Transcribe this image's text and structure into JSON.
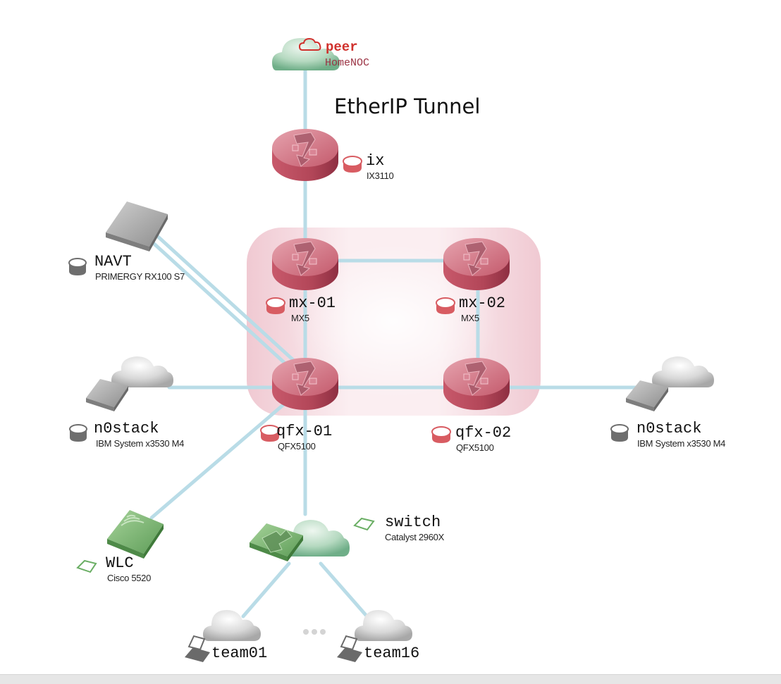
{
  "diagram": {
    "title": "EtherIP Tunnel",
    "colors": {
      "link": "#b9dce7",
      "router": "#c9596c",
      "router_group": "#f2d3db",
      "switch": "#6fae6a",
      "server": "#9a9a9a",
      "peer_text": "#d0312d"
    },
    "nodes": [
      {
        "id": "peer",
        "type": "cloud-peer",
        "name": "peer",
        "model": "HomeNOC",
        "icon": "cloud-outline-icon"
      },
      {
        "id": "ix",
        "type": "router",
        "name": "ix",
        "model": "IX3110",
        "icon": "router-badge-icon"
      },
      {
        "id": "navt",
        "type": "server",
        "name": "NAVT",
        "model": "PRIMERGY RX100 S7",
        "icon": "server-badge-icon"
      },
      {
        "id": "mx01",
        "type": "router",
        "name": "mx-01",
        "model": "MX5",
        "icon": "router-badge-icon"
      },
      {
        "id": "mx02",
        "type": "router",
        "name": "mx-02",
        "model": "MX5",
        "icon": "router-badge-icon"
      },
      {
        "id": "qfx01",
        "type": "router",
        "name": "qfx-01",
        "model": "QFX5100",
        "icon": "router-badge-icon"
      },
      {
        "id": "qfx02",
        "type": "router",
        "name": "qfx-02",
        "model": "QFX5100",
        "icon": "router-badge-icon"
      },
      {
        "id": "n0stack_left",
        "type": "server-cloud",
        "name": "n0stack",
        "model": "IBM System x3530 M4",
        "icon": "server-badge-icon"
      },
      {
        "id": "n0stack_right",
        "type": "server-cloud",
        "name": "n0stack",
        "model": "IBM System x3530 M4",
        "icon": "server-badge-icon"
      },
      {
        "id": "wlc",
        "type": "wireless-controller",
        "name": "WLC",
        "model": "Cisco 5520",
        "icon": "switch-badge-icon"
      },
      {
        "id": "switch",
        "type": "switch-cloud",
        "name": "switch",
        "model": "Catalyst 2960X",
        "icon": "switch-badge-icon"
      },
      {
        "id": "team01",
        "type": "client-cloud",
        "name": "team01",
        "icon": "laptop-icon"
      },
      {
        "id": "team16",
        "type": "client-cloud",
        "name": "team16",
        "icon": "laptop-icon"
      }
    ],
    "links": [
      [
        "peer",
        "ix"
      ],
      [
        "ix",
        "mx01"
      ],
      [
        "mx01",
        "mx02"
      ],
      [
        "mx01",
        "qfx01"
      ],
      [
        "mx02",
        "qfx02"
      ],
      [
        "qfx01",
        "qfx02"
      ],
      [
        "navt",
        "qfx01"
      ],
      [
        "navt",
        "qfx01"
      ],
      [
        "n0stack_left",
        "qfx01"
      ],
      [
        "qfx02",
        "n0stack_right"
      ],
      [
        "wlc",
        "qfx01"
      ],
      [
        "qfx01",
        "switch"
      ],
      [
        "switch",
        "team01"
      ],
      [
        "switch",
        "team16"
      ]
    ],
    "ellipsis": "..."
  }
}
